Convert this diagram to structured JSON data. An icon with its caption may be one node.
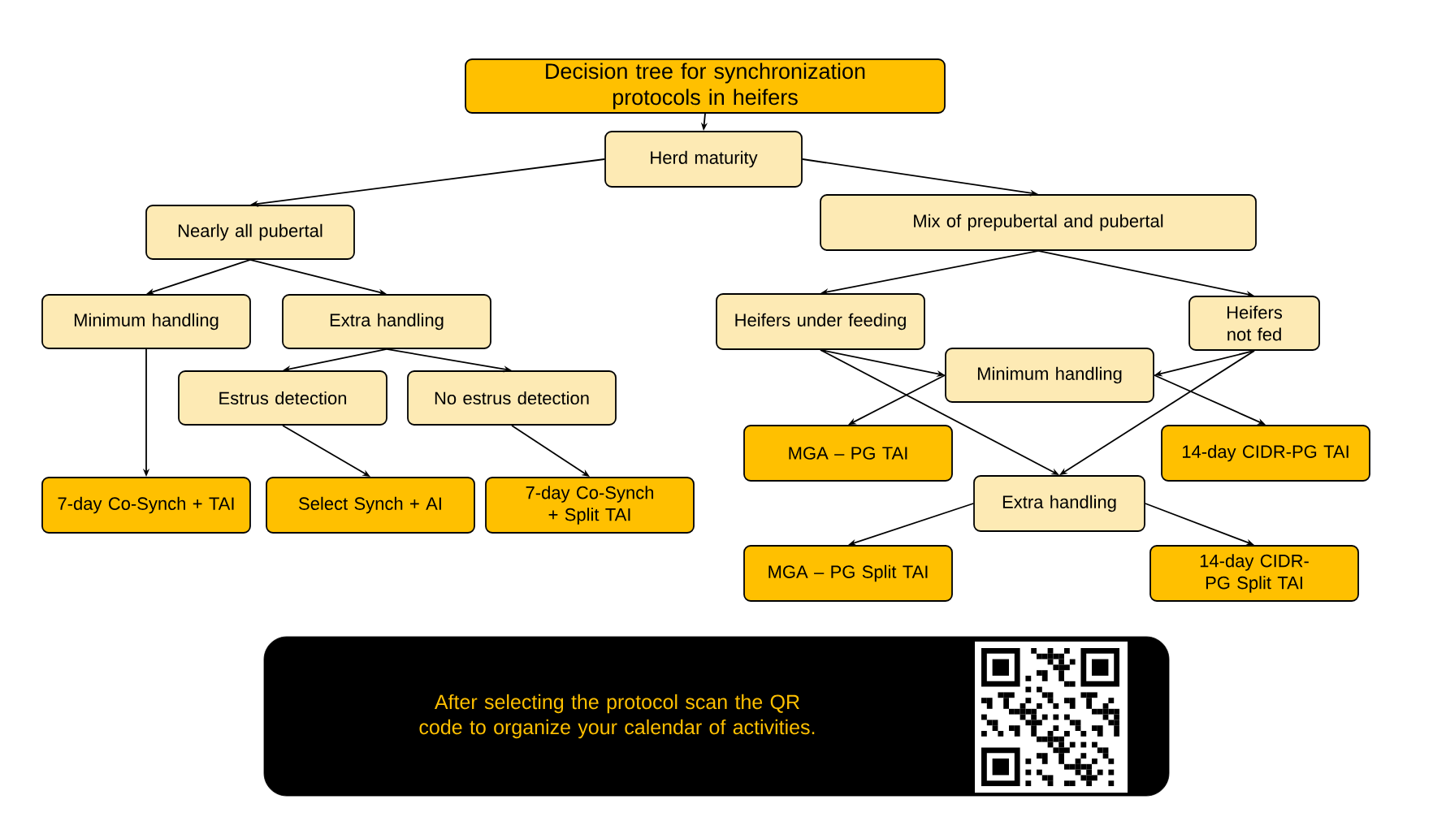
{
  "diagram": {
    "nodes": [
      {
        "text": [
          "Decision tree for synchronization protocols in heifers"
        ]
      },
      {
        "text": [
          "Herd maturity"
        ]
      },
      {
        "text": [
          "Nearly all pubertal"
        ]
      },
      {
        "text": [
          "Minimum handling"
        ]
      },
      {
        "text": [
          "Extra handling"
        ]
      },
      {
        "text": [
          "Estrus detection"
        ]
      },
      {
        "text": [
          "No estrus detection"
        ]
      },
      {
        "text": [
          "7-day Co-Synch + TAI"
        ]
      },
      {
        "text": [
          "Select Synch + AI"
        ]
      },
      {
        "text": [
          "7-day Co-Synch + Split TAI"
        ]
      },
      {
        "text": [
          "Mix of prepubertal and pubertal"
        ]
      },
      {
        "text": [
          "Heifers under feeding"
        ]
      },
      {
        "text": [
          "Heifers not fed"
        ]
      },
      {
        "text": [
          "Minimum handling"
        ]
      },
      {
        "text": [
          "MGA – PG TAI"
        ]
      },
      {
        "text": [
          "14-day CIDR-PG TAI"
        ]
      },
      {
        "text": [
          "Extra handling"
        ]
      },
      {
        "text": [
          "MGA – PG Split TAI"
        ]
      },
      {
        "text": [
          "14-day CIDR-PG Split TAI"
        ]
      },
      {
        "text": [
          "After selecting the protocol scan the QR code to organize your calendar of activities."
        ]
      }
    ],
    "edges": [
      {
        "from": 0,
        "to": 1,
        "arrow": "to"
      },
      {
        "from": 1,
        "to": 2,
        "arrow": "to"
      },
      {
        "from": 1,
        "to": 10,
        "arrow": "to"
      },
      {
        "from": 2,
        "to": 3,
        "arrow": "to"
      },
      {
        "from": 2,
        "to": 4,
        "arrow": "to"
      },
      {
        "from": 3,
        "to": 7,
        "arrow": "to"
      },
      {
        "from": 4,
        "to": 5,
        "arrow": "to"
      },
      {
        "from": 4,
        "to": 6,
        "arrow": "to"
      },
      {
        "from": 5,
        "to": 8,
        "arrow": "to"
      },
      {
        "from": 6,
        "to": 9,
        "arrow": "to"
      },
      {
        "from": 10,
        "to": 11,
        "arrow": "to"
      },
      {
        "from": 10,
        "to": 12,
        "arrow": "to"
      },
      {
        "from": 11,
        "to": 13,
        "arrow": "to"
      },
      {
        "from": 11,
        "to": 16,
        "arrow": "to"
      },
      {
        "from": 12,
        "to": 13,
        "arrow": "to"
      },
      {
        "from": 12,
        "to": 16,
        "arrow": "to"
      },
      {
        "from": 13,
        "to": 14,
        "arrow": "to"
      },
      {
        "from": 13,
        "to": 15,
        "arrow": "to"
      },
      {
        "from": 16,
        "to": 17,
        "arrow": "to"
      },
      {
        "from": 16,
        "to": 18,
        "arrow": "to"
      }
    ]
  }
}
